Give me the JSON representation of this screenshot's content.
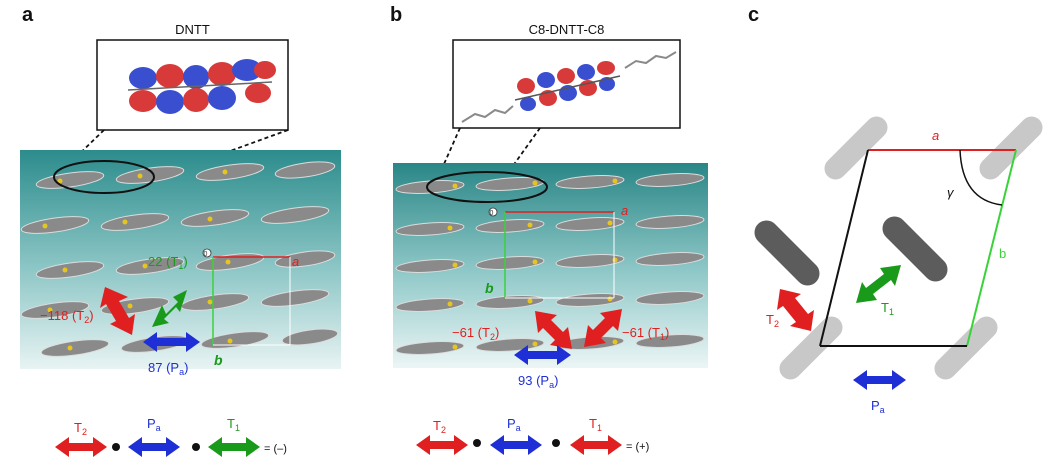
{
  "figure": {
    "panels": [
      {
        "letter": "a",
        "molecule": "DNTT",
        "lattice": {
          "a": "a",
          "b": "b",
          "origin": "0"
        },
        "couplings": [
          {
            "value": "22",
            "label": "T",
            "sub": "1",
            "text": "22 (T1)",
            "color": "#1a9a1a"
          },
          {
            "value": "−118",
            "label": "T",
            "sub": "2",
            "text": "−118 (T2)",
            "color": "#e02020"
          },
          {
            "value": "87",
            "label": "P",
            "sub": "a",
            "text": "87 (Pa)",
            "color": "#1f2fd6"
          }
        ],
        "equation": {
          "terms": [
            "T2",
            "Pa",
            "T1"
          ],
          "result": "= (–)"
        }
      },
      {
        "letter": "b",
        "molecule": "C8-DNTT-C8",
        "lattice": {
          "a": "a",
          "b": "b",
          "origin": "0"
        },
        "couplings": [
          {
            "value": "−61",
            "label": "T",
            "sub": "2",
            "text": "−61 (T2)",
            "color": "#e02020"
          },
          {
            "value": "−61",
            "label": "T",
            "sub": "1",
            "text": "−61 (T1)",
            "color": "#e02020"
          },
          {
            "value": "93",
            "label": "P",
            "sub": "a",
            "text": "93 (Pa)",
            "color": "#1f2fd6"
          }
        ],
        "equation": {
          "terms": [
            "T2",
            "Pa",
            "T1"
          ],
          "result": "= (+)"
        }
      },
      {
        "letter": "c",
        "labels": {
          "a": "a",
          "b": "b",
          "gamma": "γ",
          "T1": "T1",
          "T2": "T2",
          "Pa": "Pa"
        }
      }
    ]
  },
  "colors": {
    "red": "#e02020",
    "blue": "#1f2fd6",
    "green": "#1a9a1a",
    "lime": "#39d239",
    "teal": "#2f8f8f",
    "orbital_red": "#d83a3a",
    "orbital_blue": "#3a4fd0"
  }
}
